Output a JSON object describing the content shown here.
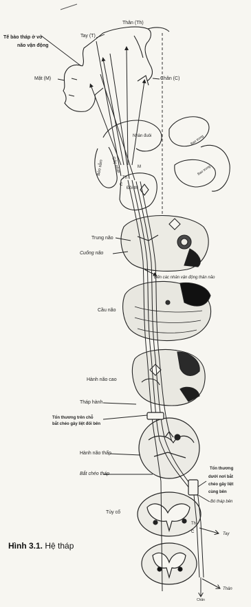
{
  "labels": {
    "than_th": "Thân (Th)",
    "tay_t": "Tay (T)",
    "mat_m": "Mặt (M)",
    "chan_c": "Chân (C)",
    "te_bao_thap_1": "Tế bào tháp ở vỏ",
    "te_bao_thap_2": "não vận động",
    "nhan_duoi": "Nhân đuôi",
    "bao_trong_r1": "Bao trong",
    "bao_trong_r2": "Bao trong",
    "bao_sam": "Bèo sẫm",
    "gay_nhat": "Gây nhạt",
    "th": "Th",
    "c": "C",
    "m": "M",
    "doi_thi": "Đồi thị",
    "trung_nao": "Trung não",
    "cuong_nao": "Cuống não",
    "den_cac_nhan": "Đến các nhân vận động thân não",
    "cau_nao": "Cầu não",
    "hanh_nao_cao": "Hành não cao",
    "thap_hanh": "Tháp hành",
    "ton_thuong_tren_1": "Tổn thương trên chỗ",
    "ton_thuong_tren_2": "bắt chéo gây liệt đối bên",
    "hanh_nao_thap": "Hành não thấp",
    "bat_cheo_thap": "Bắt chéo tháp",
    "ton_thuong_duoi_1": "Tổn thương",
    "ton_thuong_duoi_2": "dưới nơi bắt",
    "ton_thuong_duoi_3": "chéo gây liệt",
    "ton_thuong_duoi_4": "cùng bên",
    "bo_thap_ben": "Bó tháp bên",
    "tuy_co": "Tủy cổ",
    "tay_arrow": "Tay",
    "than_arrow": "Thân",
    "chan_arrow": "Chân",
    "th_small": "Th",
    "c_small": "C"
  },
  "caption": {
    "number": "Hình 3.1.",
    "title": "Hệ tháp"
  }
}
